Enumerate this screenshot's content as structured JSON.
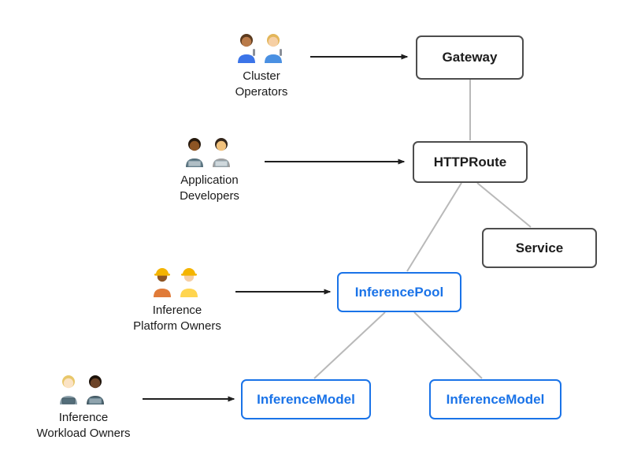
{
  "diagram": {
    "personas": [
      {
        "name": "cluster-operators",
        "icon": "mechanics-icon",
        "lines": [
          "Cluster",
          "Operators"
        ]
      },
      {
        "name": "application-developers",
        "icon": "developers-icon",
        "lines": [
          "Application",
          "Developers"
        ]
      },
      {
        "name": "inference-platform-owners",
        "icon": "construction-workers-icon",
        "lines": [
          "Inference",
          "Platform Owners"
        ]
      },
      {
        "name": "inference-workload-owners",
        "icon": "technologists-icon",
        "lines": [
          "Inference",
          "Workload Owners"
        ]
      }
    ],
    "nodes": [
      {
        "label": "Gateway",
        "type": "standard"
      },
      {
        "label": "HTTPRoute",
        "type": "standard"
      },
      {
        "label": "Service",
        "type": "standard"
      },
      {
        "label": "InferencePool",
        "type": "highlight"
      },
      {
        "label": "InferenceModel",
        "type": "highlight"
      },
      {
        "label": "InferenceModel",
        "type": "highlight"
      }
    ],
    "colors": {
      "node_border": "#4d4d4d",
      "node_text": "#1c1c1c",
      "highlight_blue": "#1a73e8",
      "connector_gray": "#b9b9b9",
      "arrow_black": "#1f1f1f"
    }
  }
}
